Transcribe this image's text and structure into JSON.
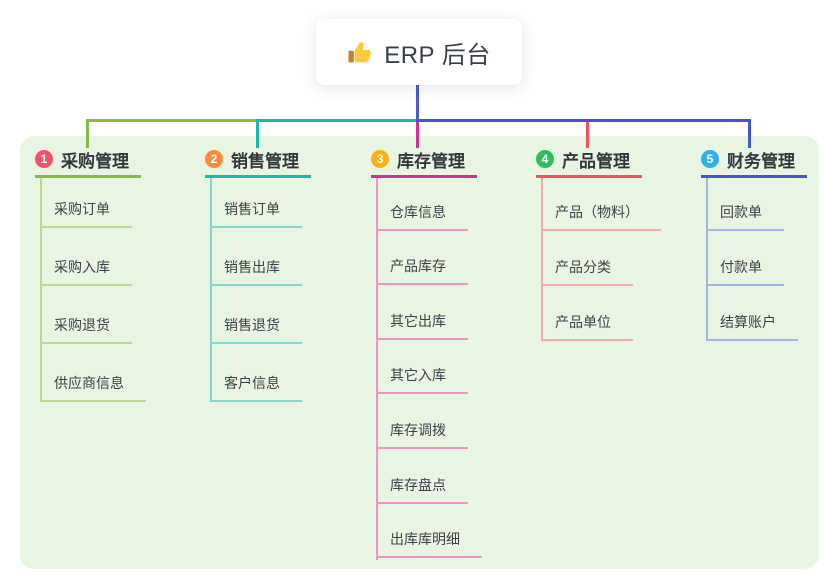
{
  "root": {
    "label": "ERP 后台",
    "icon": "thumbs-up-icon"
  },
  "colors": {
    "canvas_bg": "#ffffff",
    "panel_bg": "#e9f5e3",
    "root_connector": "#4c5bc8",
    "text": "#3b4046"
  },
  "branches": [
    {
      "index": "1",
      "label": "采购管理",
      "badge_color": "#f4516c",
      "line_color": "#85bc3f",
      "child_line_color": "#badc92",
      "children": [
        "采购订单",
        "采购入库",
        "采购退货",
        "供应商信息"
      ]
    },
    {
      "index": "2",
      "label": "销售管理",
      "badge_color": "#fc8a3c",
      "line_color": "#16b9ab",
      "child_line_color": "#84d9ce",
      "children": [
        "销售订单",
        "销售出库",
        "销售退货",
        "客户信息"
      ]
    },
    {
      "index": "3",
      "label": "库存管理",
      "badge_color": "#fbb016",
      "line_color": "#cf3092",
      "child_line_color": "#f193c7",
      "children": [
        "仓库信息",
        "产品库存",
        "其它出库",
        "其它入库",
        "库存调拨",
        "库存盘点",
        "出库库明细"
      ]
    },
    {
      "index": "4",
      "label": "产品管理",
      "badge_color": "#2fbd5f",
      "line_color": "#f4525f",
      "child_line_color": "#f9a9ad",
      "children": [
        "产品（物料）",
        "产品分类",
        "产品单位"
      ]
    },
    {
      "index": "5",
      "label": "财务管理",
      "badge_color": "#2db3e9",
      "line_color": "#4157cb",
      "child_line_color": "#a3b5e8",
      "children": [
        "回款单",
        "付款单",
        "结算账户"
      ]
    }
  ]
}
